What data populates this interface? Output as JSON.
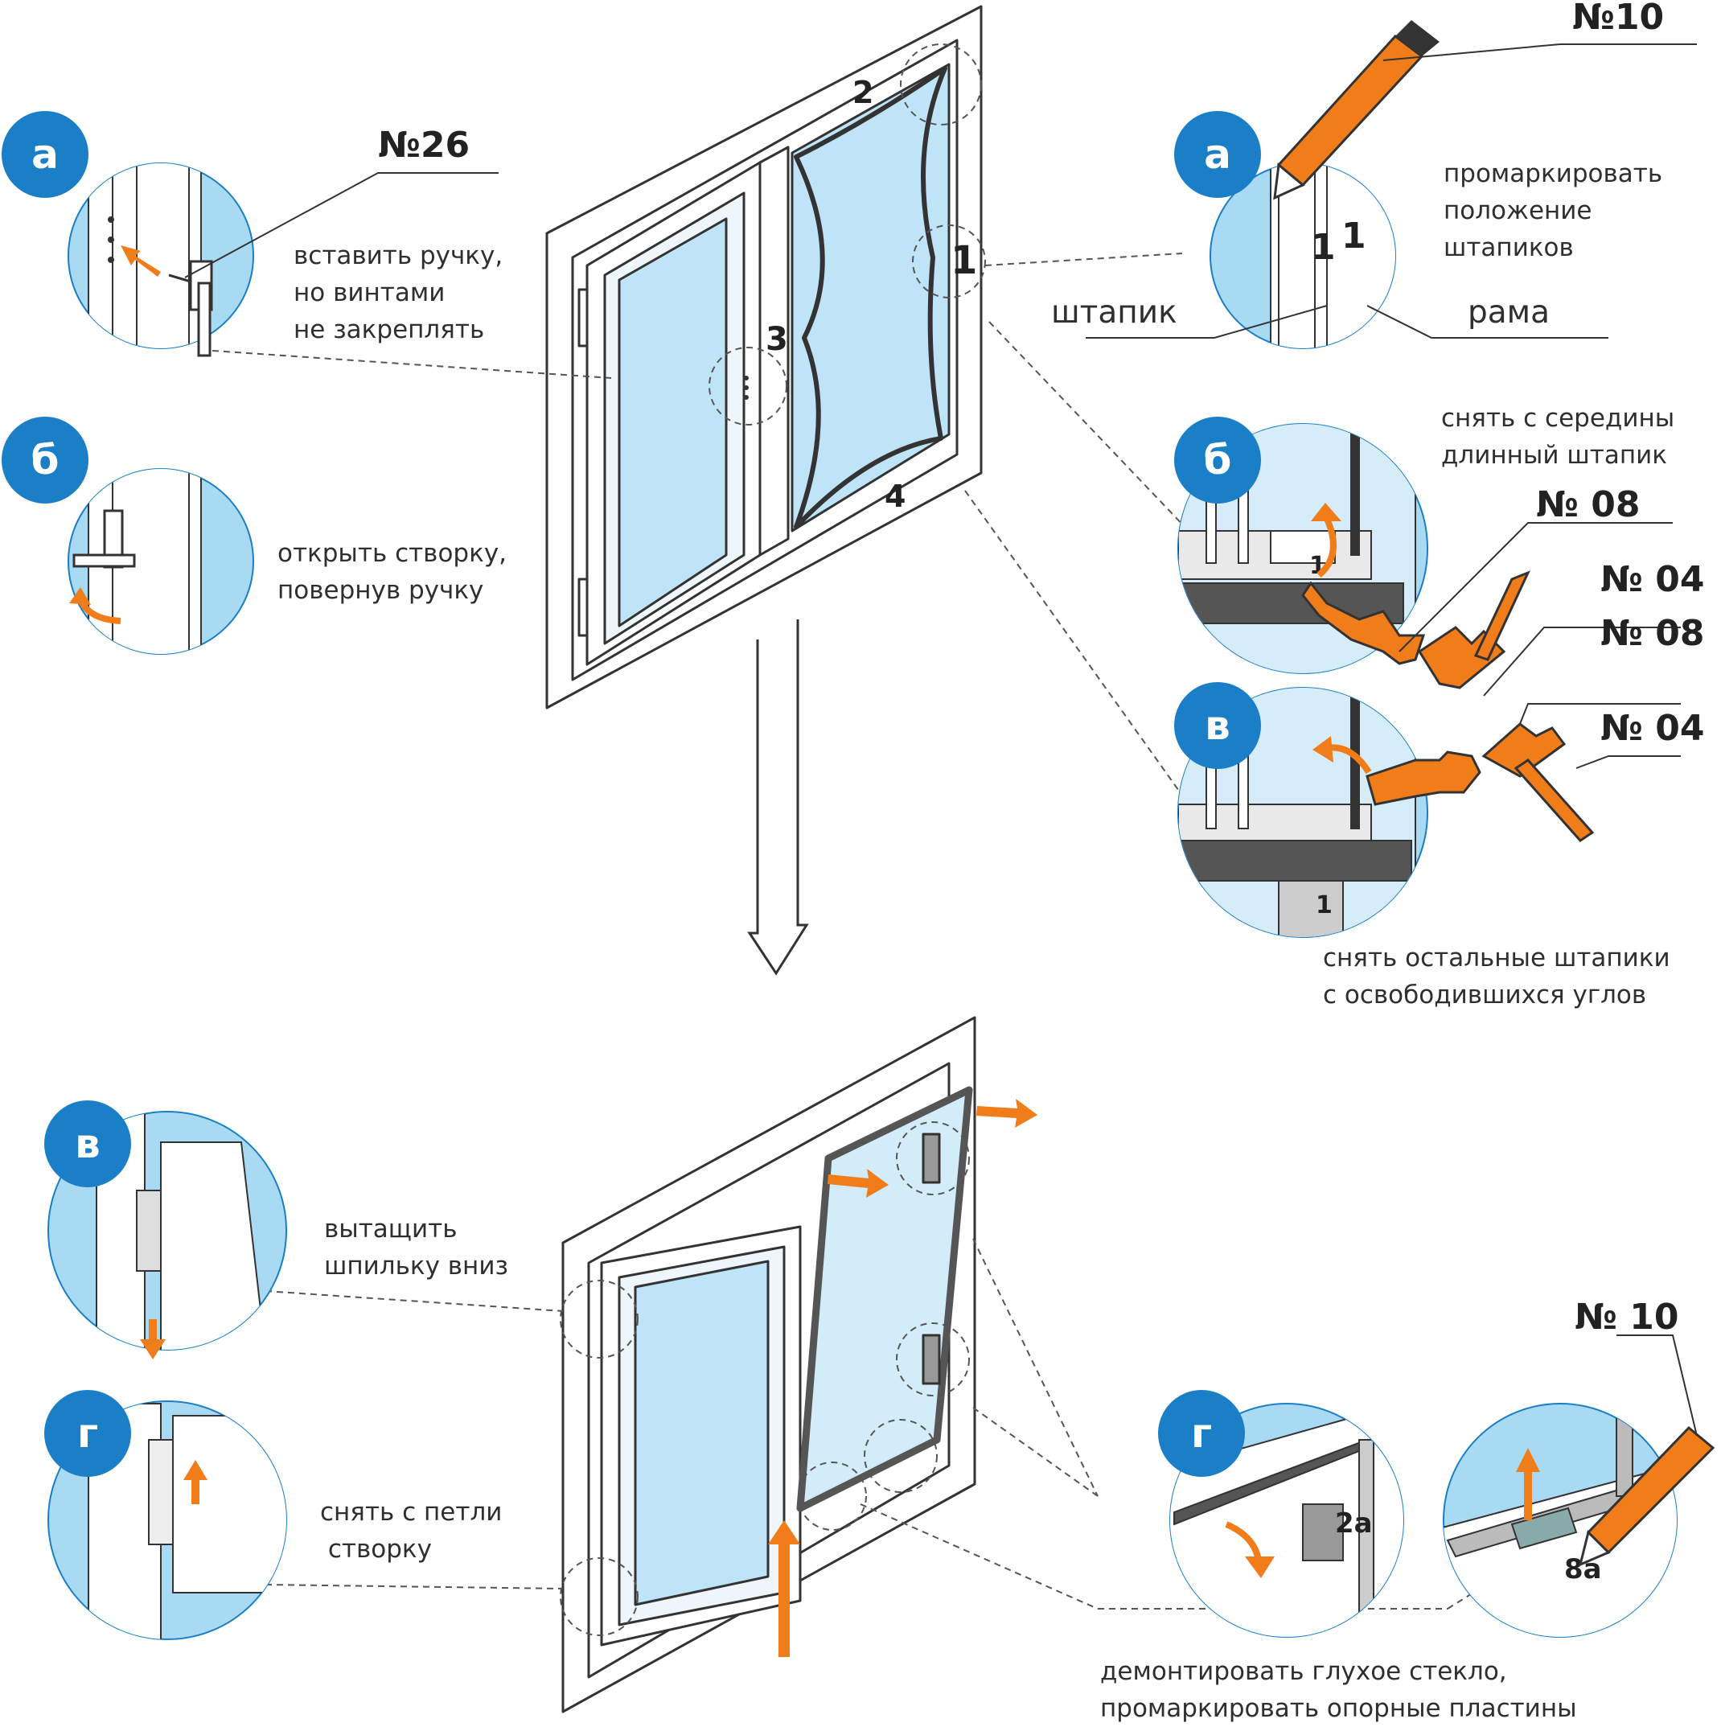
{
  "colors": {
    "badge": "#1b7fc7",
    "accent": "#f07d1a",
    "glass": "#bfe4f7",
    "detail_bg": "#a9daf4",
    "frame": "#ffffff",
    "outline": "#333333"
  },
  "codes": {
    "handle": "№26",
    "pencil_top": "№10",
    "chisel_1": "№ 08",
    "hammer_1": "№ 04",
    "chisel_2": "№ 08",
    "hammer_2": "№ 04",
    "pencil_bottom": "№ 10"
  },
  "steps_left_top": {
    "a": {
      "badge": "а",
      "lines": [
        "вставить ручку,",
        "но винтами",
        "не закреплять"
      ]
    },
    "b": {
      "badge": "б",
      "lines": [
        "открыть створку,",
        "повернув ручку"
      ]
    }
  },
  "steps_right_top": {
    "a": {
      "badge": "а",
      "lines": [
        "промаркировать",
        "положение",
        "штапиков"
      ],
      "bead_label": "штапик",
      "frame_label": "рама",
      "mark": "1"
    },
    "b": {
      "badge": "б",
      "lines": [
        "снять с середины",
        "длинный штапик"
      ],
      "mark": "1"
    },
    "c": {
      "badge": "в",
      "lines": [
        "снять остальные штапики",
        "с освободившихся углов"
      ],
      "mark": "1"
    }
  },
  "steps_left_bottom": {
    "c": {
      "badge": "в",
      "lines": [
        "вытащить",
        "шпильку вниз"
      ]
    },
    "d": {
      "badge": "г",
      "lines": [
        "снять с петли",
        " створку"
      ]
    }
  },
  "steps_right_bottom": {
    "d": {
      "badge": "г",
      "plate_mark": "2а"
    },
    "e": {
      "plate_mark": "8а"
    },
    "lines": [
      "демонтировать глухое стекло,",
      "промаркировать опорные пластины"
    ]
  },
  "bead_numbers": {
    "n1": "1",
    "n2": "2",
    "n3": "3",
    "n4": "4"
  },
  "icons": [
    "pencil-icon",
    "chisel-icon",
    "hammer-icon",
    "handle-icon",
    "arrow-icon"
  ]
}
